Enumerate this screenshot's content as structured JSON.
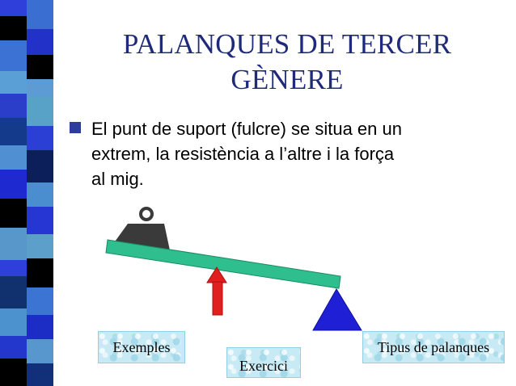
{
  "slide": {
    "title_line1": "PALANQUES DE TERCER",
    "title_line2": "GÈNERE",
    "bullet_text": "El punt de suport (fulcre) se situa en un\nextrem, la resistència a l’altre i la força\nal mig."
  },
  "diagram": {
    "resistance_icon": "weight-icon",
    "force_icon": "arrow-up-icon",
    "fulcrum_icon": "triangle-icon",
    "lever_icon": "bar-icon"
  },
  "nav": {
    "exemples_label": "Exemples",
    "exercici_label": "Exercici",
    "tipus_label": "Tipus de palanques"
  },
  "colors": {
    "title": "#1f2a7a",
    "bullet": "#2c3d9e",
    "lever": "#2fbf8f",
    "weight": "#3a3a3a",
    "force_arrow": "#e11f1f",
    "fulcrum": "#1f1fd6",
    "button_bg": "#c8eaf4"
  }
}
